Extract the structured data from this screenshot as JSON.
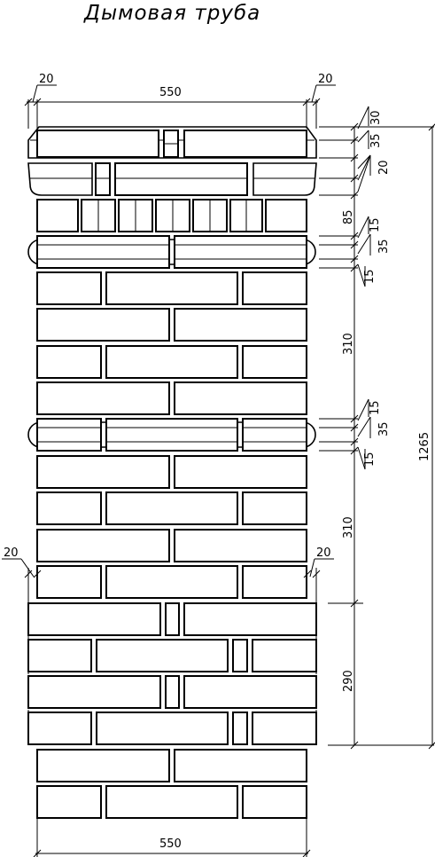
{
  "title": "Дымовая труба",
  "dimensions": {
    "top_width": "550",
    "bottom_width": "550",
    "offset_top_left": "20",
    "offset_top_right": "20",
    "offset_mid_left": "20",
    "offset_mid_right": "20",
    "cap_30": "30",
    "cap_35": "35",
    "cap_20": "20",
    "course_85": "85",
    "band1_15a": "15",
    "band1_35": "35",
    "band1_15b": "15",
    "section_310a": "310",
    "band2_15a": "15",
    "band2_35": "35",
    "band2_15b": "15",
    "section_310b": "310",
    "section_290": "290",
    "total_height": "1265"
  }
}
